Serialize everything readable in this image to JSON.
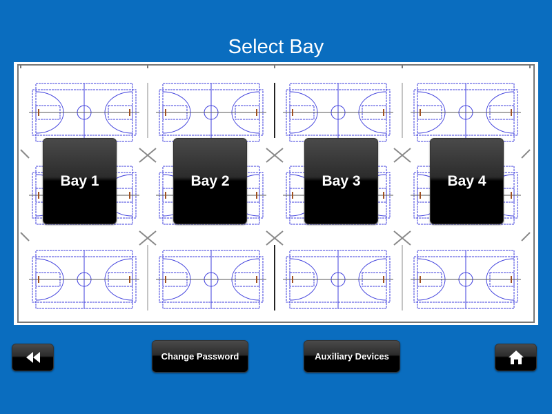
{
  "title": "Select Bay",
  "bays": [
    {
      "label": "Bay 1"
    },
    {
      "label": "Bay 2"
    },
    {
      "label": "Bay 3"
    },
    {
      "label": "Bay 4"
    }
  ],
  "footer": {
    "back_icon": "rewind-icon",
    "change_password": "Change Password",
    "auxiliary_devices": "Auxiliary Devices",
    "home_icon": "home-icon"
  },
  "colors": {
    "background": "#0a6dbf",
    "court_lines": "#3c3cdc",
    "button": "#000000"
  }
}
